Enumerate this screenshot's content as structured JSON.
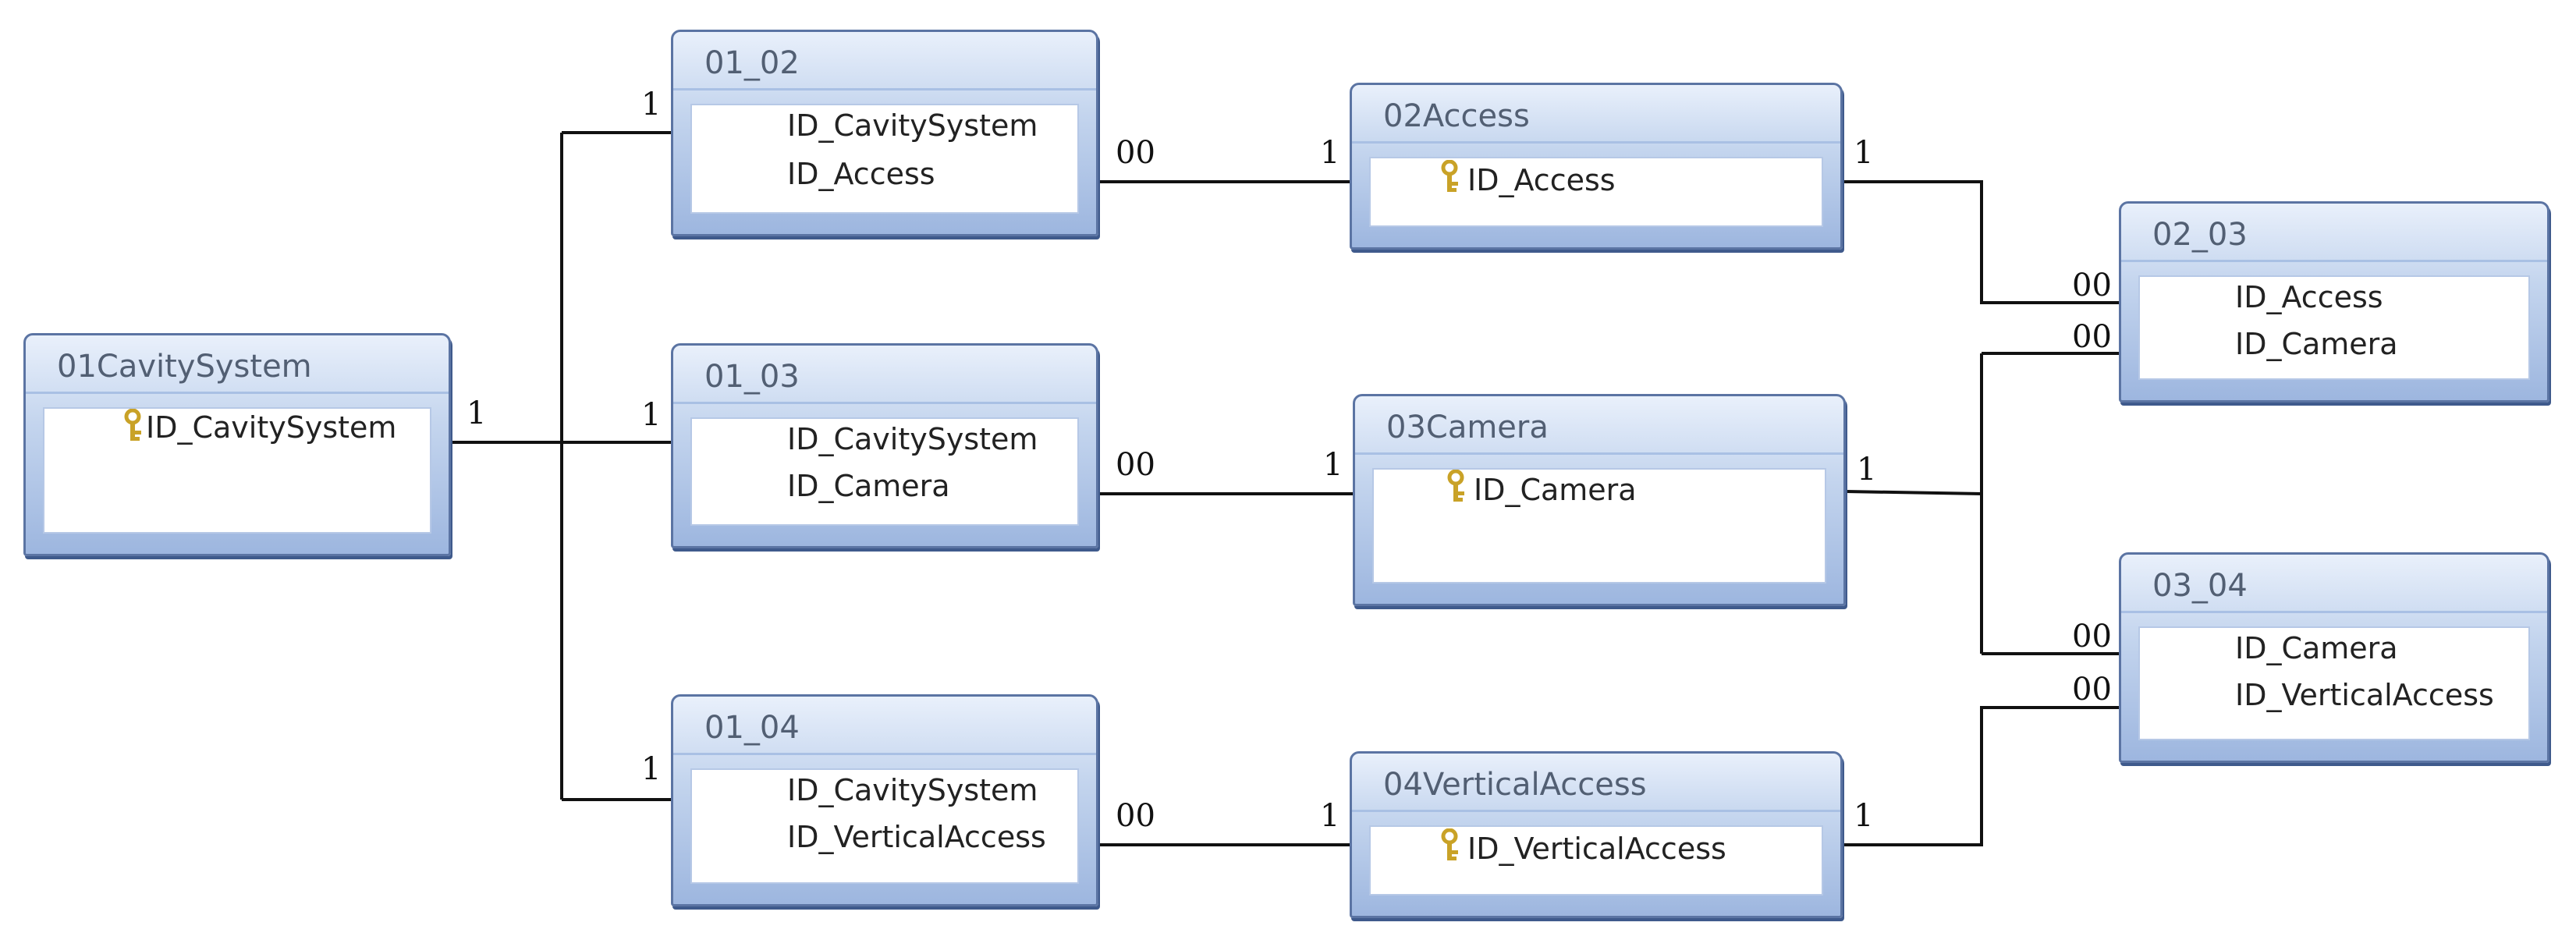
{
  "tables": {
    "cavity": {
      "title": "01CavitySystem",
      "fields": [
        "ID_CavitySystem"
      ]
    },
    "t0102": {
      "title": "01_02",
      "fields": [
        "ID_CavitySystem",
        "ID_Access"
      ]
    },
    "t0103": {
      "title": "01_03",
      "fields": [
        "ID_CavitySystem",
        "ID_Camera"
      ]
    },
    "t0104": {
      "title": "01_04",
      "fields": [
        "ID_CavitySystem",
        "ID_VerticalAccess"
      ]
    },
    "access": {
      "title": "02Access",
      "fields": [
        "ID_Access"
      ]
    },
    "camera": {
      "title": "03Camera",
      "fields": [
        "ID_Camera"
      ]
    },
    "vertical": {
      "title": "04VerticalAccess",
      "fields": [
        "ID_VerticalAccess"
      ]
    },
    "t0203": {
      "title": "02_03",
      "fields": [
        "ID_Access",
        "ID_Camera"
      ]
    },
    "t0304": {
      "title": "03_04",
      "fields": [
        "ID_Camera",
        "ID_VerticalAccess"
      ]
    }
  },
  "cardinality": {
    "one": "1",
    "many": "00"
  },
  "colors": {
    "border": "#5b74a3",
    "line": "#111111",
    "key": "#c9a227"
  },
  "icons": {
    "primary_key": "key-icon"
  }
}
